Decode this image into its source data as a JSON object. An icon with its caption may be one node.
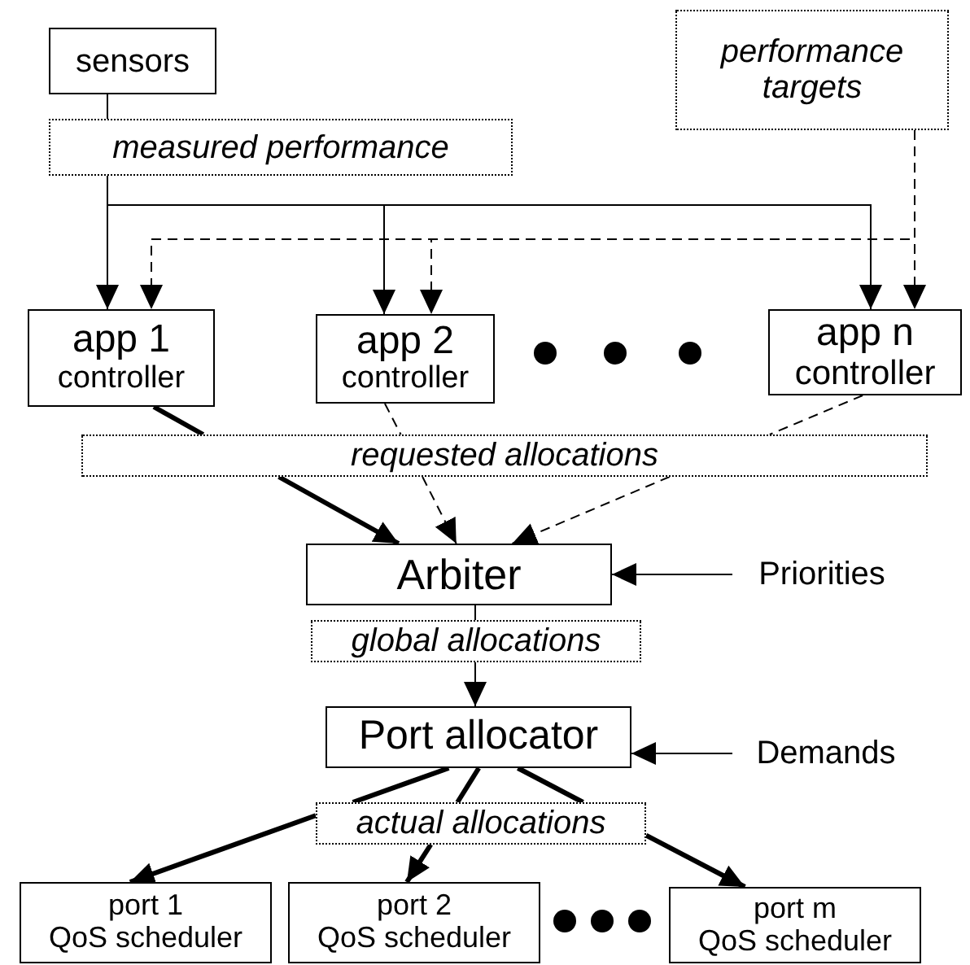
{
  "diagram": {
    "nodes": [
      {
        "text": [
          "sensors"
        ]
      },
      {
        "text": [
          "measured performance"
        ]
      },
      {
        "text": [
          "performance targets"
        ]
      },
      {
        "text": [
          "app 1",
          "controller"
        ]
      },
      {
        "text": [
          "app 2",
          "controller"
        ]
      },
      {
        "text": [
          "app n",
          "controller"
        ]
      },
      {
        "text": [
          "requested allocations"
        ]
      },
      {
        "text": [
          "Arbiter"
        ]
      },
      {
        "text": [
          "global allocations"
        ]
      },
      {
        "text": [
          "Port allocator"
        ]
      },
      {
        "text": [
          "Priorities"
        ]
      },
      {
        "text": [
          "Demands"
        ]
      },
      {
        "text": [
          "actual allocations"
        ]
      },
      {
        "text": [
          "port 1",
          "QoS scheduler"
        ]
      },
      {
        "text": [
          "port 2",
          "QoS scheduler"
        ]
      },
      {
        "text": [
          "port m",
          "QoS scheduler"
        ]
      }
    ],
    "edges": [
      {
        "from": 0,
        "to": 1,
        "arrow": "none"
      },
      {
        "from": 1,
        "to": 3,
        "arrow": "to"
      },
      {
        "from": 1,
        "to": 4,
        "arrow": "to"
      },
      {
        "from": 1,
        "to": 5,
        "arrow": "to"
      },
      {
        "from": 2,
        "to": 3,
        "arrow": "to",
        "style": "dashed"
      },
      {
        "from": 2,
        "to": 4,
        "arrow": "to",
        "style": "dashed"
      },
      {
        "from": 2,
        "to": 5,
        "arrow": "to",
        "style": "dashed"
      },
      {
        "from": 3,
        "to": 6,
        "arrow": "none",
        "style": "thick"
      },
      {
        "from": 4,
        "to": 6,
        "arrow": "none",
        "style": "dashed"
      },
      {
        "from": 5,
        "to": 6,
        "arrow": "none",
        "style": "dashed"
      },
      {
        "from": 6,
        "to": 7,
        "arrow": "to",
        "style": "thick"
      },
      {
        "from": 6,
        "to": 7,
        "arrow": "to",
        "style": "dashed"
      },
      {
        "from": 6,
        "to": 7,
        "arrow": "to",
        "style": "dashed"
      },
      {
        "from": 7,
        "to": 8,
        "arrow": "none"
      },
      {
        "from": 8,
        "to": 9,
        "arrow": "to"
      },
      {
        "from": 10,
        "to": 7,
        "arrow": "to"
      },
      {
        "from": 11,
        "to": 9,
        "arrow": "to"
      },
      {
        "from": 9,
        "to": 12,
        "arrow": "none",
        "style": "thick"
      },
      {
        "from": 9,
        "to": 12,
        "arrow": "none",
        "style": "thick"
      },
      {
        "from": 9,
        "to": 12,
        "arrow": "none",
        "style": "thick"
      },
      {
        "from": 12,
        "to": 13,
        "arrow": "to",
        "style": "thick"
      },
      {
        "from": 12,
        "to": 14,
        "arrow": "to",
        "style": "thick"
      },
      {
        "from": 12,
        "to": 15,
        "arrow": "to",
        "style": "thick"
      }
    ]
  }
}
